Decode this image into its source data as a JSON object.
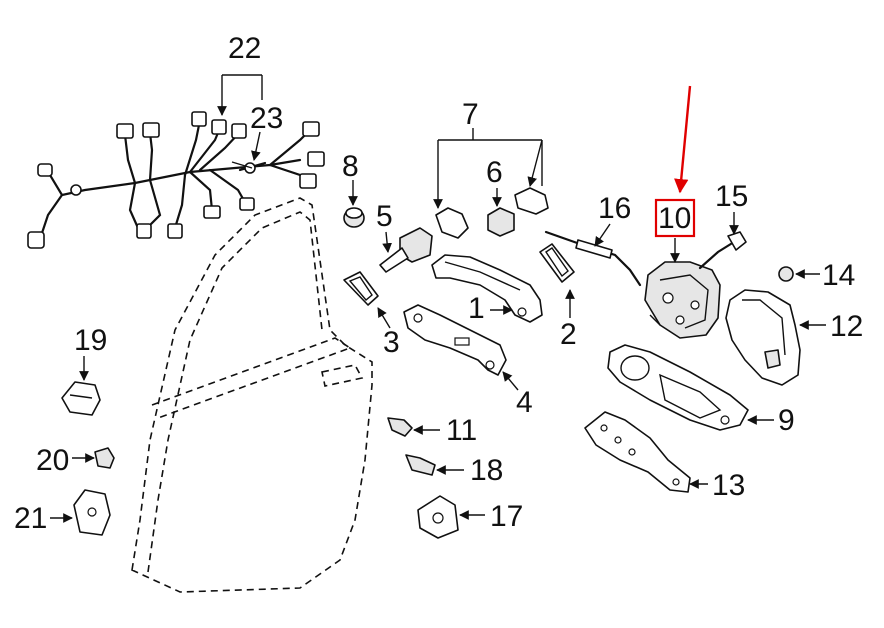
{
  "diagram": {
    "callouts": [
      {
        "id": "1",
        "label": "1"
      },
      {
        "id": "2",
        "label": "2"
      },
      {
        "id": "3",
        "label": "3"
      },
      {
        "id": "4",
        "label": "4"
      },
      {
        "id": "5",
        "label": "5"
      },
      {
        "id": "6",
        "label": "6"
      },
      {
        "id": "7",
        "label": "7"
      },
      {
        "id": "8",
        "label": "8"
      },
      {
        "id": "9",
        "label": "9"
      },
      {
        "id": "10",
        "label": "10"
      },
      {
        "id": "11",
        "label": "11"
      },
      {
        "id": "12",
        "label": "12"
      },
      {
        "id": "13",
        "label": "13"
      },
      {
        "id": "14",
        "label": "14"
      },
      {
        "id": "15",
        "label": "15"
      },
      {
        "id": "16",
        "label": "16"
      },
      {
        "id": "17",
        "label": "17"
      },
      {
        "id": "18",
        "label": "18"
      },
      {
        "id": "19",
        "label": "19"
      },
      {
        "id": "20",
        "label": "20"
      },
      {
        "id": "21",
        "label": "21"
      },
      {
        "id": "22",
        "label": "22"
      },
      {
        "id": "23",
        "label": "23"
      }
    ],
    "highlight": {
      "callout": "10",
      "color": "#e00000"
    },
    "colors": {
      "ink": "#111111",
      "background": "#ffffff",
      "highlight": "#e00000"
    }
  }
}
